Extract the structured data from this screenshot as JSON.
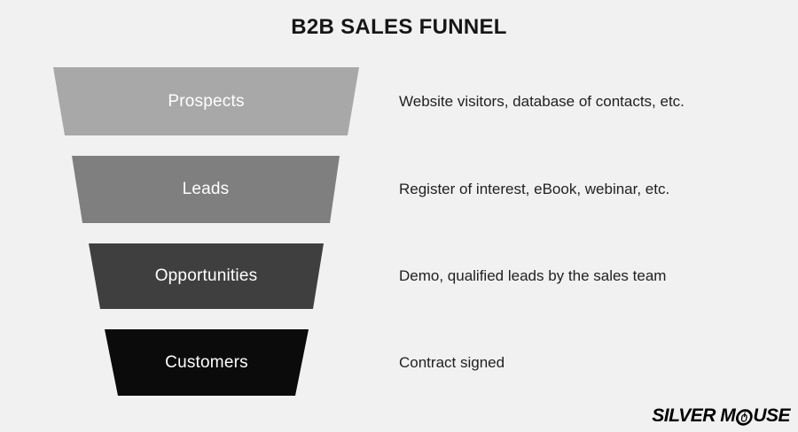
{
  "title": "B2B SALES FUNNEL",
  "funnel": {
    "levels": [
      {
        "label": "Prospects",
        "description": "Website visitors, database of contacts, etc.",
        "color": "#a8a8a8"
      },
      {
        "label": "Leads",
        "description": "Register of interest, eBook, webinar, etc.",
        "color": "#7f7f7f"
      },
      {
        "label": "Opportunities",
        "description": "Demo, qualified leads by the sales team",
        "color": "#3f3f3f"
      },
      {
        "label": "Customers",
        "description": "Contract signed",
        "color": "#0b0b0b"
      }
    ],
    "label_text_color": "#ffffff"
  },
  "logo": {
    "text_before_icon": "SILVER M",
    "text_after_icon": "USE",
    "icon": "computer-mouse-icon",
    "color": "#000000"
  },
  "colors": {
    "background": "#f1f1f2",
    "title_text": "#161616",
    "description_text": "#212121"
  }
}
